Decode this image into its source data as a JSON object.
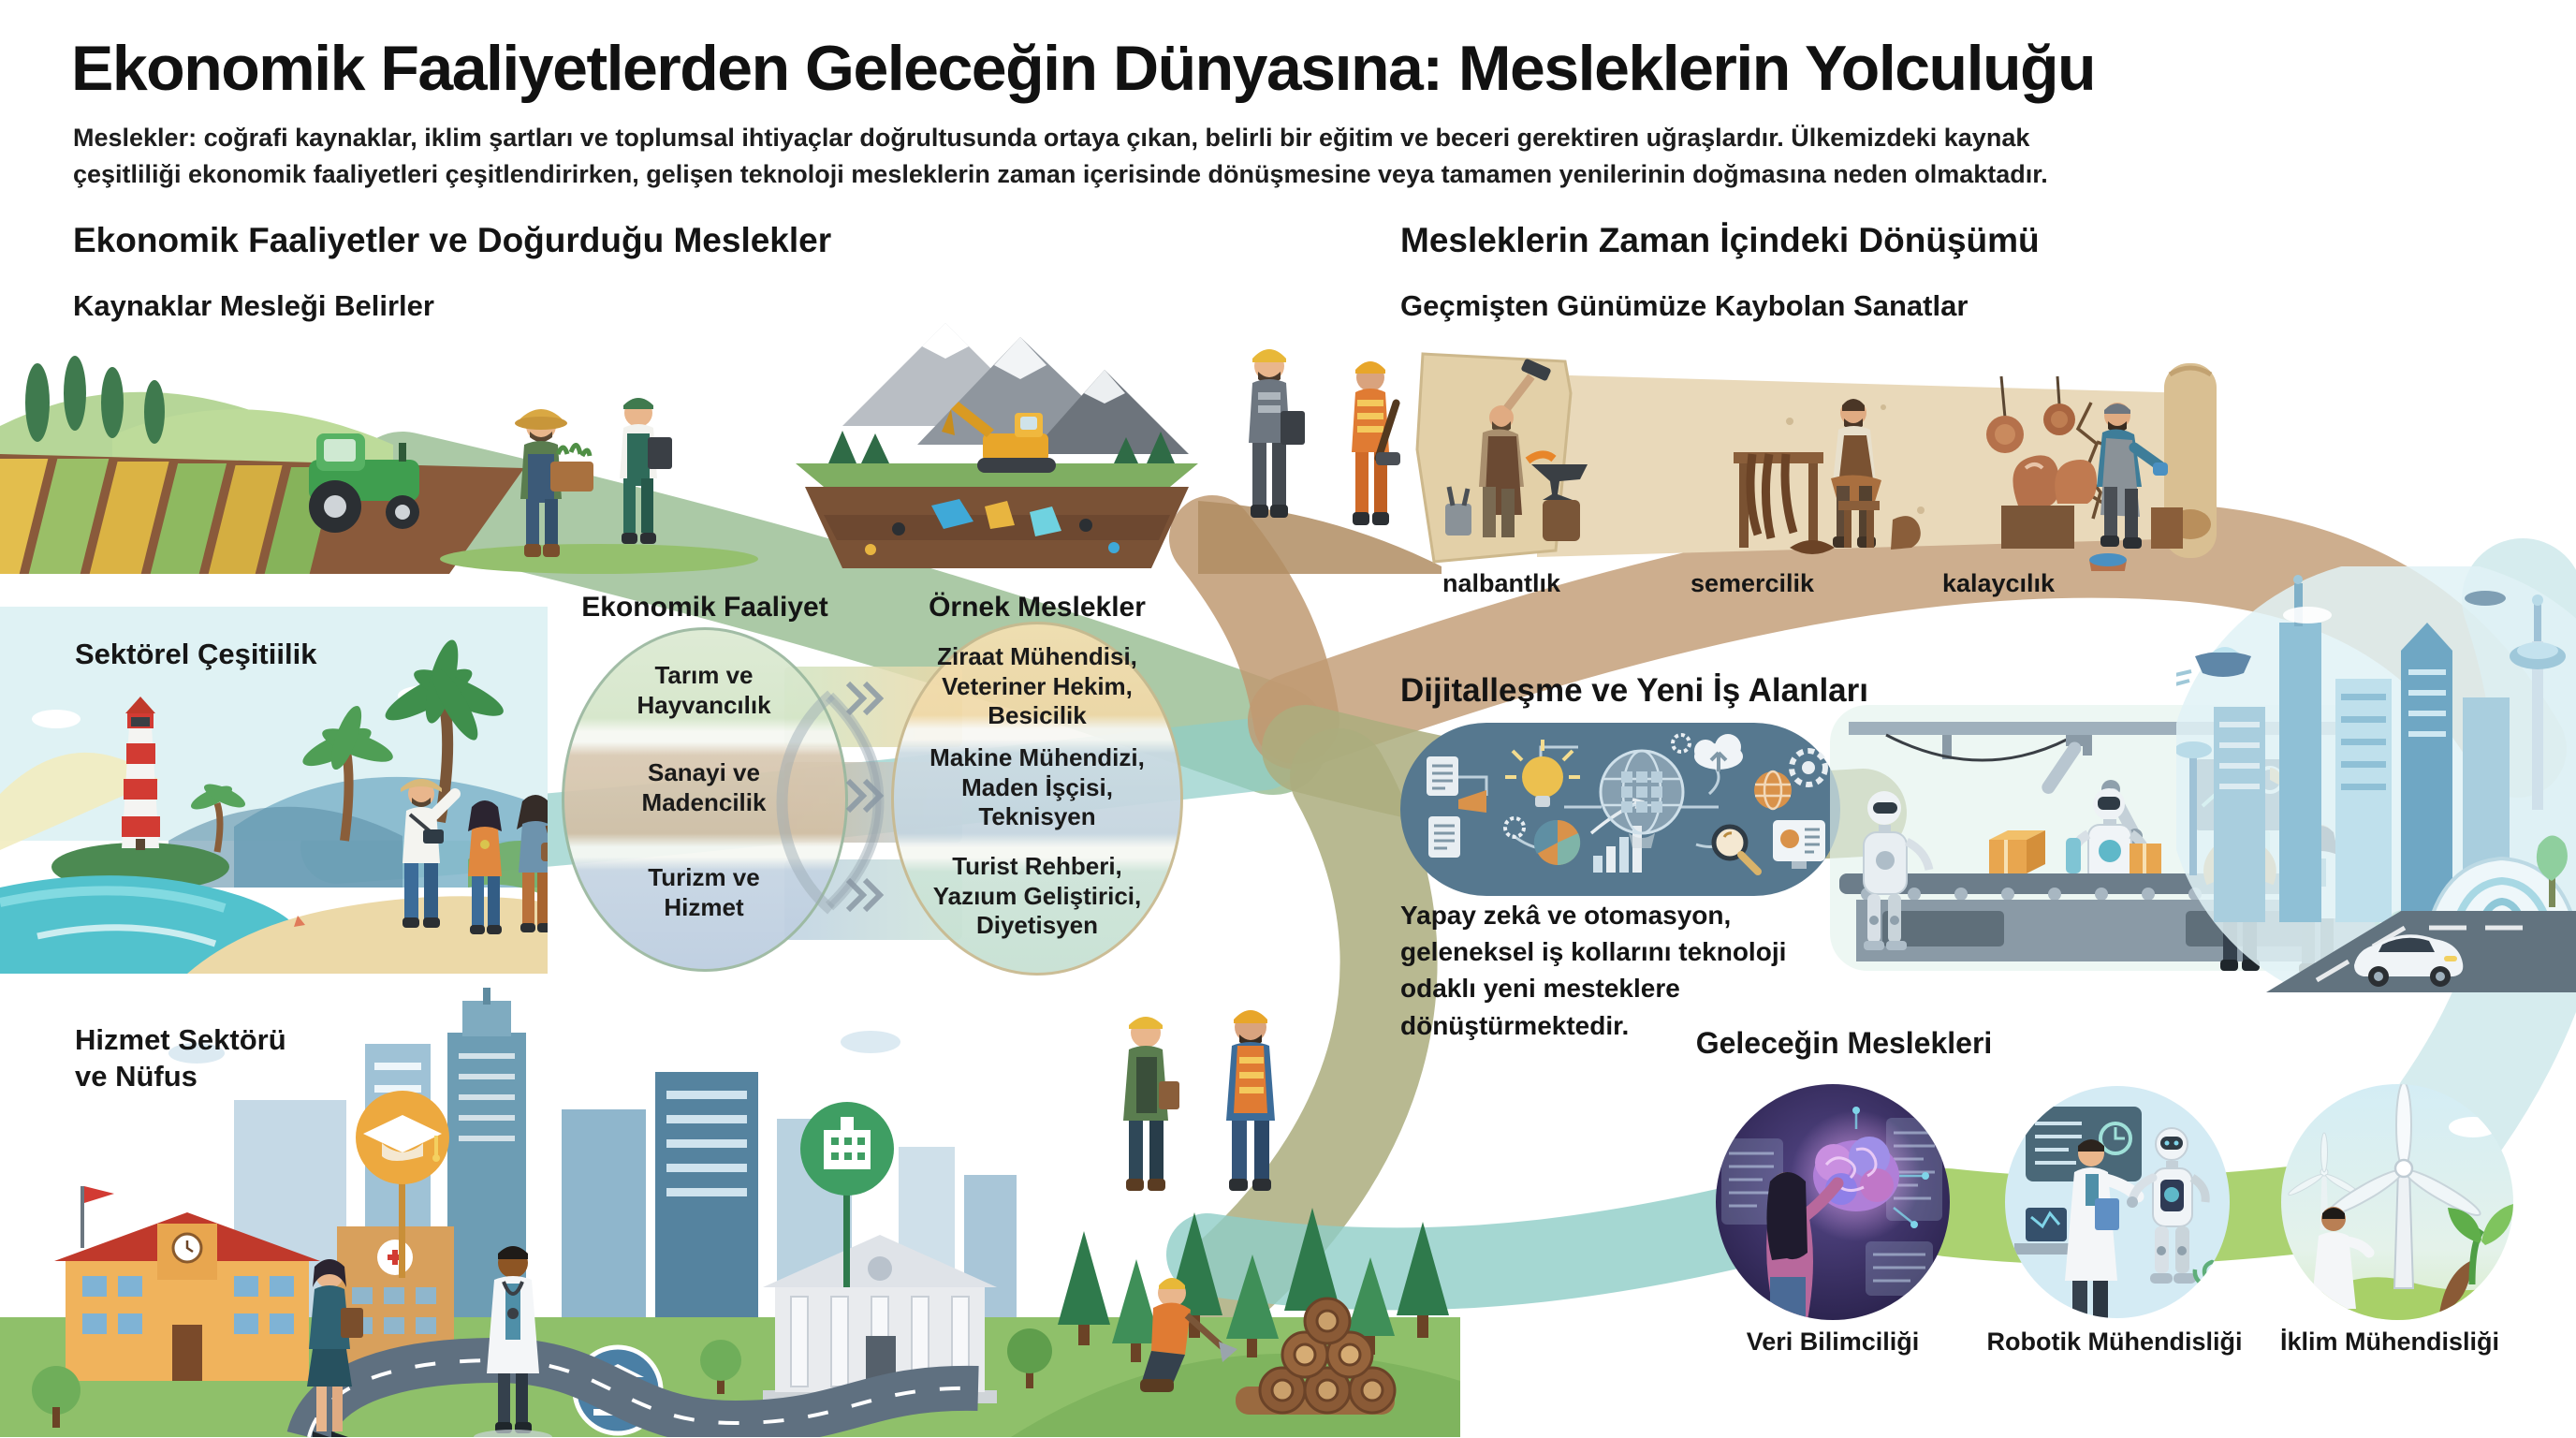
{
  "header": {
    "title": "Ekonomik Faaliyetlerden Geleceğin Dünyasına: Mesleklerin Yolculuğu",
    "subtitle": "Meslekler: coğrafi kaynaklar, iklim şartları ve toplumsal ihtiyaçlar doğrultusunda ortaya çıkan, belirli bir eğitim ve beceri gerektiren uğraşlardır. Ülkemizdeki kaynak çeşitliliği ekonomik faaliyetleri çeşitlendirirken, gelişen teknoloji mesleklerin zaman içerisinde dönüşmesine veya tamamen yenilerinin doğmasına neden olmaktadır."
  },
  "left_column": {
    "section_title": "Ekonomik Faaliyetler ve Doğurduğu Meslekler",
    "resources_caption": "Kaynaklar Mesleği Belirler",
    "sector_caption": "Sektörel Çeşitiilik",
    "service_caption": "Hizmet Sektörü\nve Nüfus"
  },
  "mapping": {
    "activity_header": "Ekonomik Faaliyet",
    "professions_header": "Örnek Meslekler",
    "rows": [
      {
        "activity": "Tarım ve\nHayvancılık",
        "professions": "Ziraat Mühendisi,\nVeteriner Hekim,\nBesicilik"
      },
      {
        "activity": "Sanayi ve\nMadencilik",
        "professions": "Makine Mühendizi,\nMaden İşçisi,\nTeknisyen"
      },
      {
        "activity": "Turizm ve\nHizmet",
        "professions": "Turist Rehberi,\nYazıum Geliştirici,\nDiyetisyen"
      }
    ]
  },
  "right_column": {
    "section_title": "Mesleklerin Zaman İçindeki Dönüşümü",
    "lost_arts_caption": "Geçmişten Günümüze Kaybolan Sanatlar",
    "lost_arts": [
      "nalbantlık",
      "semercilik",
      "kalaycılık"
    ],
    "digital_title": "Dijitalleşme ve Yeni İş Alanları",
    "digital_text": "Yapay zekâ ve otomasyon, geleneksel iş kollarını teknoloji odaklı yeni mesteklere dönüştürmektedir.",
    "future_title": "Geleceğin Meslekleri",
    "future_professions": [
      "Veri Bilimciliği",
      "Robotik Mühendisliği",
      "İklim Mühendisliği"
    ]
  },
  "colors": {
    "ribbon_sage": "#9cbf97",
    "ribbon_olive": "#abad7e",
    "ribbon_tan": "#c09a72",
    "ribbon_green": "#a2cd62",
    "ribbon_teal": "#8fcdc7",
    "pill_bg": "#56788f",
    "sea_teal": "#52c2cd",
    "text_dark": "#151515"
  }
}
